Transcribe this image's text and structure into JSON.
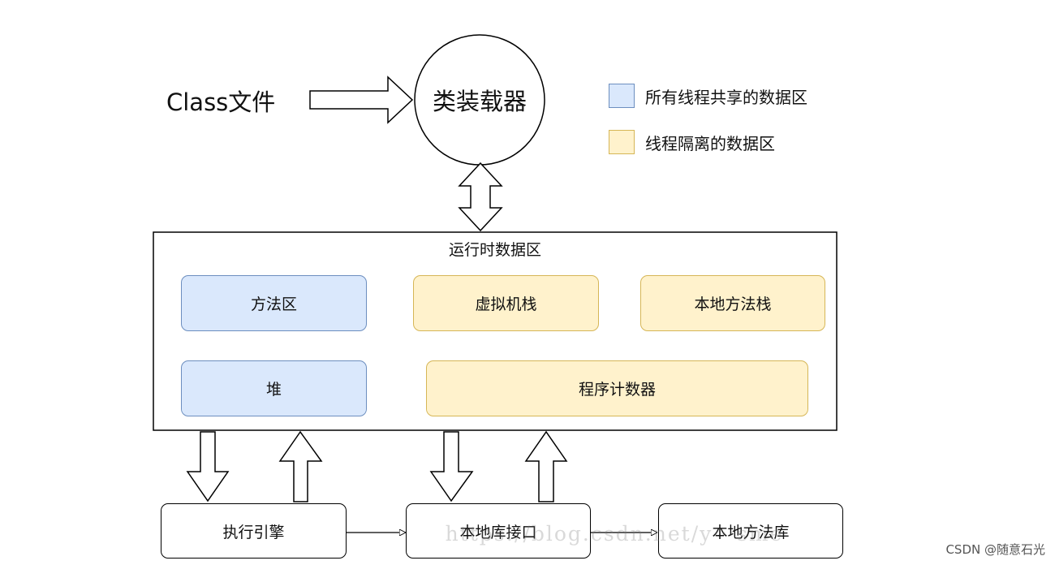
{
  "class_file_label": "Class文件",
  "class_loader_label": "类装载器",
  "legend": {
    "shared": {
      "label": "所有线程共享的数据区",
      "color": "#dae8fc"
    },
    "isolated": {
      "label": "线程隔离的数据区",
      "color": "#fff2cc"
    }
  },
  "runtime_area": {
    "title": "运行时数据区",
    "method_area": "方法区",
    "vm_stack": "虚拟机栈",
    "native_method_stack": "本地方法栈",
    "heap": "堆",
    "program_counter": "程序计数器"
  },
  "execution_engine": "执行引擎",
  "native_interface": "本地库接口",
  "native_library": "本地方法库",
  "watermark_overlay": "https://blog.csdn.net/y···sme",
  "credit": "CSDN @随意石光"
}
